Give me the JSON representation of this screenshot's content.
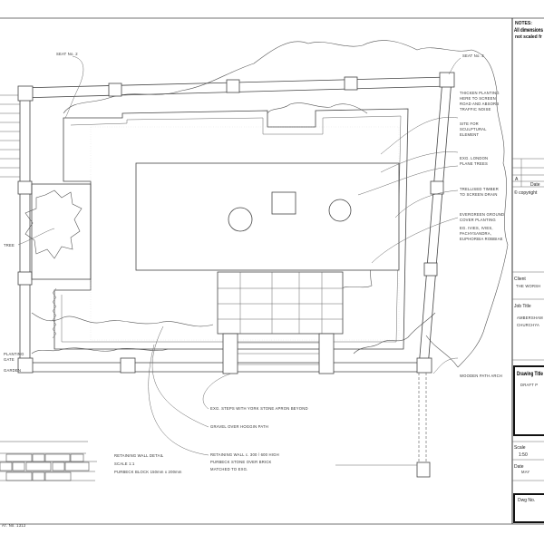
{
  "drawing": {
    "labels": {
      "seat2": "SEAT No. 2",
      "seat3": "SEAT No. 3",
      "thicken": [
        "THICKEN PLANTING",
        "HERE TO SCREEN",
        "ROAD AND ABSORB",
        "TRAFFIC NOISE"
      ],
      "sculpture": [
        "SITE FOR",
        "SCULPTURAL",
        "ELEMENT"
      ],
      "plane_trees": [
        "EXG. LONDON",
        "PLANE TREES"
      ],
      "trellis": [
        "TRELLISED TIMBER",
        "TO SCREEN DRAIN"
      ],
      "groundcover": [
        "EVERGREEN GROUND",
        "COVER PLANTING"
      ],
      "groundcover_eg": [
        "EG. IVIES, IVIES,",
        "PACHYSANDRA,",
        "EUPHORBIA ROBBIAE"
      ],
      "arch": "WOODEN PATH ARCH",
      "steps": "EXG. STEPS WITH YORK STONE APRON BEYOND",
      "gravel": "GRAVEL OVER HOGGIN PATH",
      "retaining": [
        "RETAINING WALL c. 300 / 600 HIGH",
        "PURBECK STONE OVER BRICK",
        "MATCHED TO EXG."
      ],
      "detail": [
        "RETAINING WALL DETAIL",
        "SCALE 1:1",
        "PURBECK BLOCK 150mm x 200mm"
      ],
      "tree_left": "TREE",
      "left_planting": [
        "PLANTING",
        "GATE",
        "GARDEN"
      ],
      "footer": "AT. No. 1313"
    }
  },
  "title_block": {
    "notes_title": "NOTES:",
    "notes_lines": [
      "All dimensions",
      "not scaled fr"
    ],
    "revision_letter": "A",
    "revision_date_header": "Date",
    "copyright": "© copyright",
    "client_label": "Client",
    "client_value": "THE WORSH",
    "job_title_label": "Job Title",
    "job_title_lines": [
      "AMBERSHAM",
      "CHURCHYA"
    ],
    "drawing_title_label": "Drawing Title",
    "drawing_title_value": "DRAFT P",
    "scale_label": "Scale",
    "scale_value": "1:50",
    "date_label": "Date",
    "date_value": "MAY",
    "dwg_no_label": "Dwg No."
  }
}
